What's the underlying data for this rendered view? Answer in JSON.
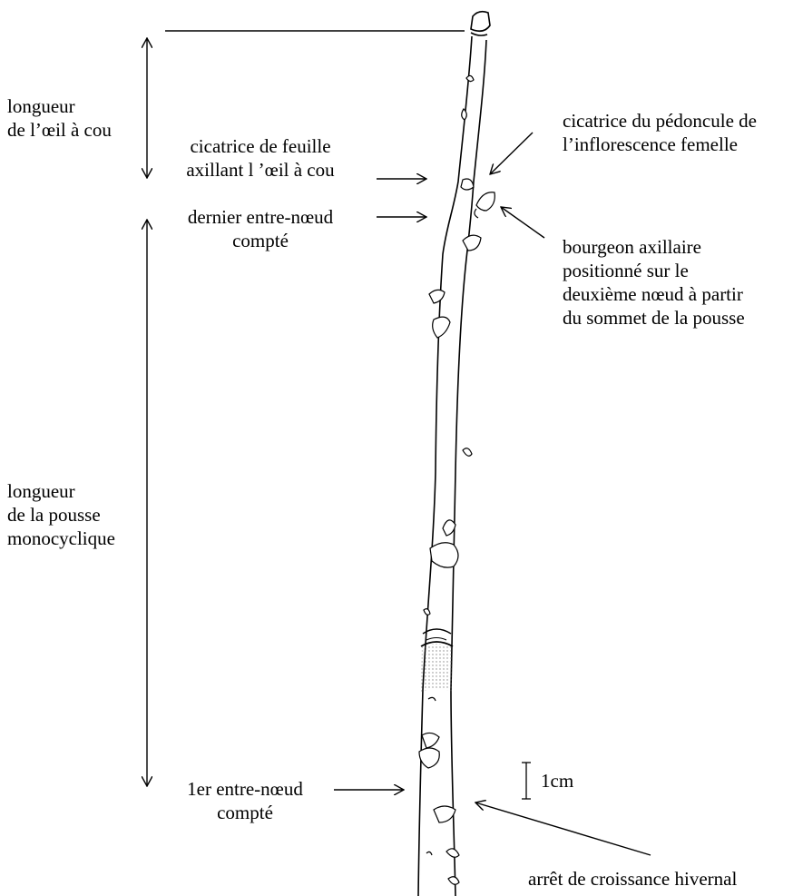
{
  "labels": {
    "longueur_oeil_l1": "longueur",
    "longueur_oeil_l2": "de l’œil à cou",
    "cicatrice_feuille_l1": "cicatrice de feuille",
    "cicatrice_feuille_l2": "axillant l ’œil à cou",
    "dernier_entre_noeud_l1": "dernier entre-nœud",
    "dernier_entre_noeud_l2": "compté",
    "pedoncule_l1": "cicatrice du pédoncule de",
    "pedoncule_l2": "l’inflorescence femelle",
    "bourgeon_l1": "bourgeon axillaire",
    "bourgeon_l2": "positionné sur le",
    "bourgeon_l3": "deuxième nœud à partir",
    "bourgeon_l4": "du sommet de la pousse",
    "longueur_pousse_l1": "longueur",
    "longueur_pousse_l2": "de la pousse",
    "longueur_pousse_l3": "monocyclique",
    "premier_entre_noeud_l1": "1er entre-nœud",
    "premier_entre_noeud_l2": "compté",
    "scale": "1cm",
    "arret": "arrêt de croissance hivernal"
  },
  "colors": {
    "ink": "#000000",
    "paper": "#ffffff",
    "stipple": "#e8e8e8"
  }
}
